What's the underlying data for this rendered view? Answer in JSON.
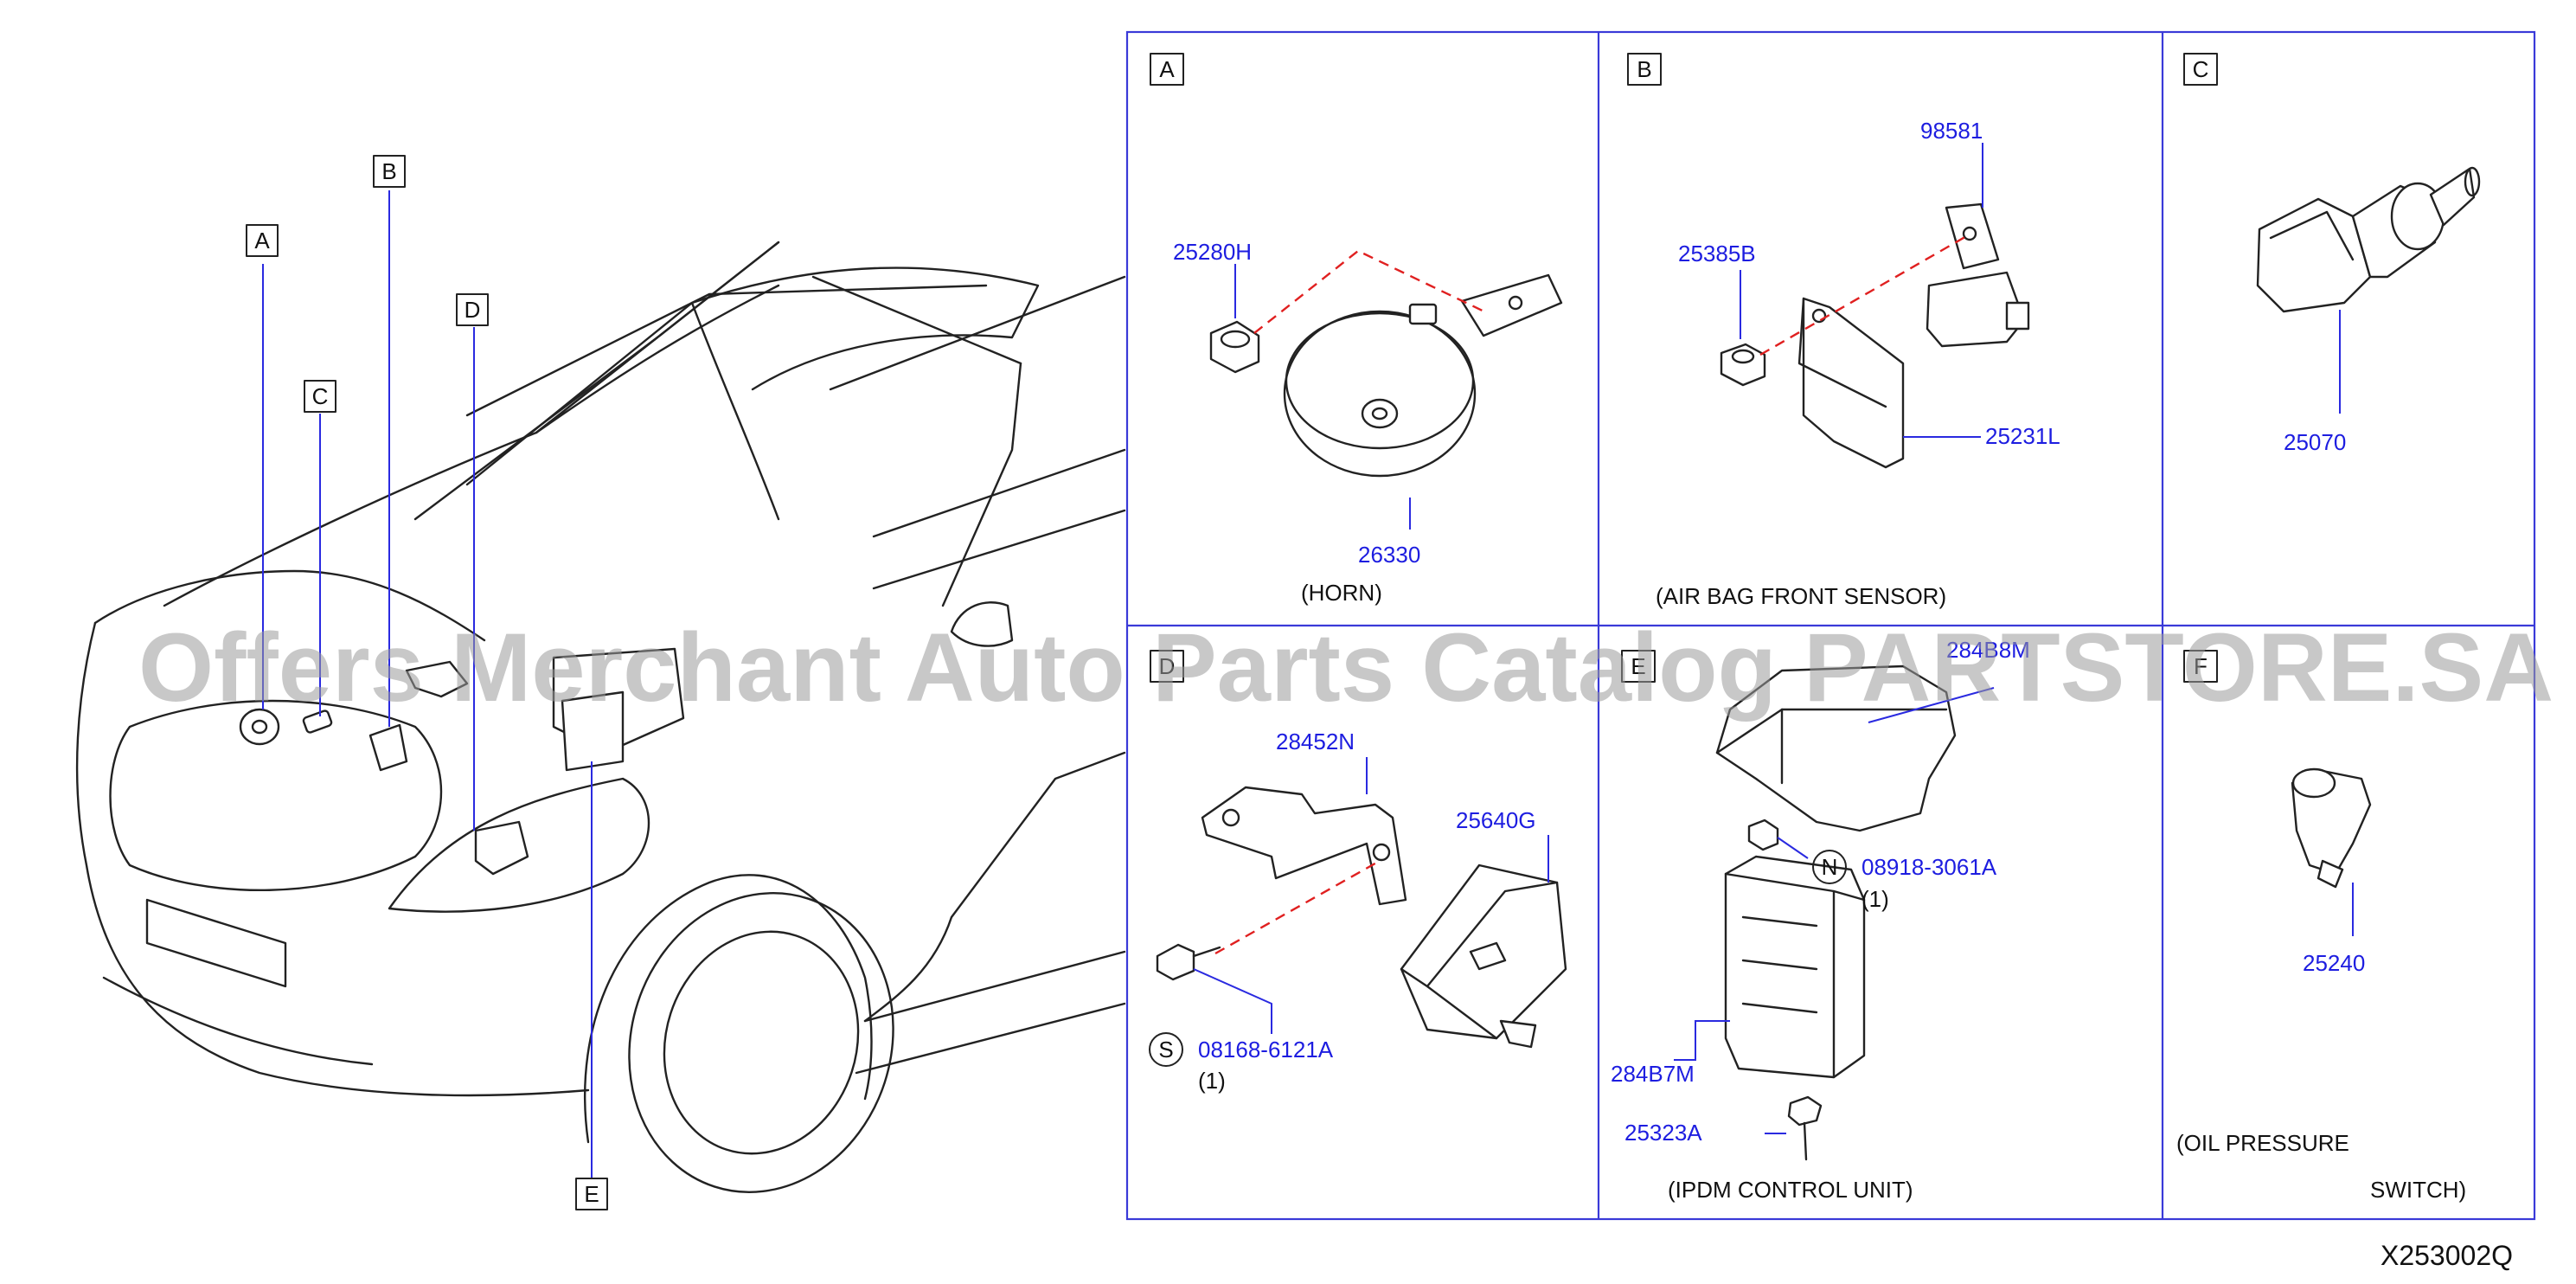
{
  "overview": {
    "callouts": [
      "A",
      "B",
      "C",
      "D",
      "E"
    ]
  },
  "panels": {
    "A": {
      "label": "A",
      "parts": [
        "25280H",
        "26330"
      ],
      "caption": "(HORN)"
    },
    "B": {
      "label": "B",
      "parts": [
        "98581",
        "25385B",
        "25231L"
      ],
      "caption": "(AIR   BAG   FRONT   SENSOR)"
    },
    "C": {
      "label": "C",
      "parts": [
        "25070"
      ]
    },
    "D": {
      "label": "D",
      "parts": [
        "28452N",
        "25640G",
        "08168-6121A"
      ],
      "symbol": "S",
      "qty": "(1)"
    },
    "E": {
      "label": "E",
      "parts": [
        "284B8M",
        "08918-3061A",
        "284B7M",
        "25323A"
      ],
      "symbol": "N",
      "qty": "(1)",
      "caption": "(IPDM   CONTROL   UNIT)"
    },
    "F": {
      "label": "F",
      "parts": [
        "25240"
      ],
      "caption_line1": "(OIL   PRESSURE",
      "caption_line2": "SWITCH)"
    }
  },
  "diagram_code": "X253002Q",
  "watermark": "Offers Merchant Auto Parts Catalog PARTSTORE.SA",
  "colors": {
    "part_number": "#1d1de0",
    "frame": "#3a3ad8",
    "dashed_link": "#e02020",
    "line_art": "#222222"
  }
}
